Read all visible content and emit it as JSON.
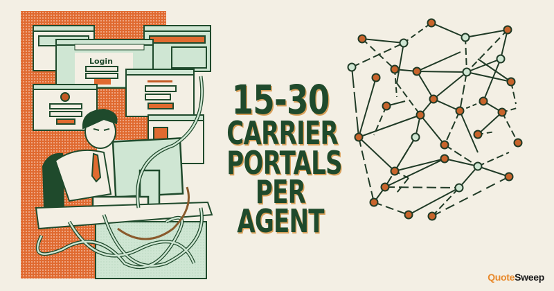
{
  "headline": {
    "range": "15-30",
    "line1": "CARRIER",
    "line2": "PORTALS",
    "line3": "PER AGENT"
  },
  "illustration": {
    "login_window_title": "Login",
    "description": "Frustrated agent at desk tangled in cables surrounded by many browser login windows"
  },
  "brand": {
    "part1": "Quote",
    "part2": "Sweep"
  },
  "colors": {
    "background": "#f3efe4",
    "headline_green": "#1f4a2c",
    "accent_orange": "#d9652b",
    "mint": "#cfe6d3",
    "brand_orange": "#e8892b"
  }
}
